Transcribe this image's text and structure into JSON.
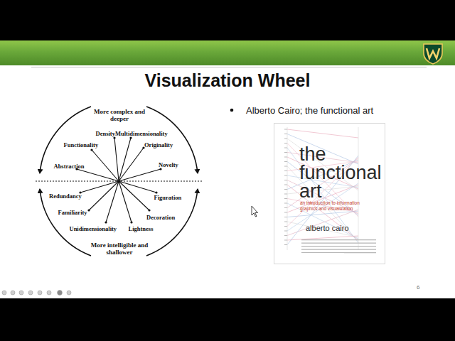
{
  "diagram": {
    "title": "Visualization Wheel",
    "nodes": [
      {
        "text": [
          "the functional art",
          "an introduction to information graphics and visualization",
          "alberto cairo"
        ]
      }
    ],
    "labels": [
      "More complex and deeper",
      "Density",
      "Multidimensionality",
      "Functionality",
      "Originality",
      "Abstraction",
      "Novelty",
      "Redundancy",
      "Figuration",
      "Familiarity",
      "Decoration",
      "Unidimensionality",
      "Lightness",
      "More intelligible and shallower",
      "Alberto Cairo; the functional art",
      "6"
    ]
  }
}
